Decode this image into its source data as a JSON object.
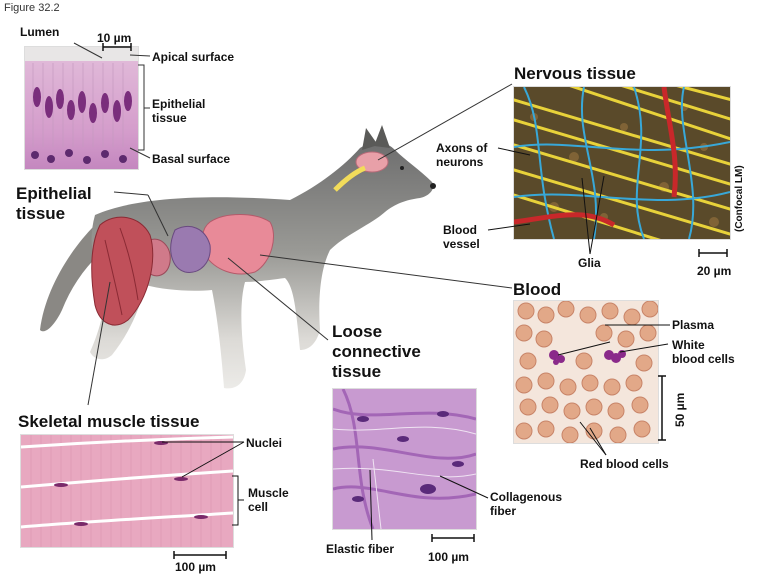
{
  "figure_label": "Figure 32.2",
  "epithelial_panel": {
    "lumen": "Lumen",
    "scale": "10 µm",
    "apical": "Apical surface",
    "tissue": "Epithelial\ntissue",
    "basal": "Basal surface"
  },
  "epithelial_title": "Epithelial\ntissue",
  "nervous": {
    "title": "Nervous tissue",
    "axons": "Axons of\nneurons",
    "vessel": "Blood\nvessel",
    "glia": "Glia",
    "scale": "20 µm",
    "method": "(Confocal LM)"
  },
  "blood": {
    "title": "Blood",
    "plasma": "Plasma",
    "wbc": "White\nblood cells",
    "scale": "50 µm",
    "rbc": "Red blood cells"
  },
  "connective": {
    "title": "Loose\nconnective\ntissue",
    "collagen": "Collagenous\nfiber",
    "elastic": "Elastic fiber",
    "scale": "100 µm"
  },
  "muscle": {
    "title": "Skeletal muscle tissue",
    "nuclei": "Nuclei",
    "cell": "Muscle\ncell",
    "scale": "100 µm"
  },
  "colors": {
    "epithelium": "#d9a0c8",
    "nerve_axon": "#e8d23a",
    "glia": "#38a8d8",
    "rbc": "#e2a888",
    "connective": "#b07ac0",
    "muscle": "#e8a8c0",
    "organ": "#e88a98"
  }
}
